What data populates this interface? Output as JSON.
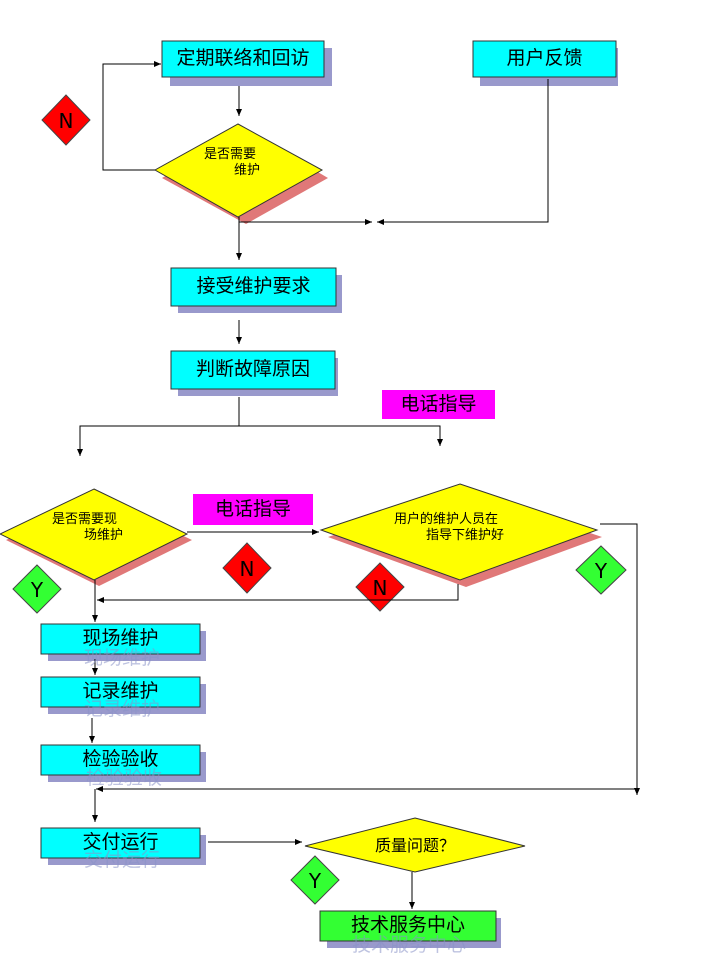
{
  "colors": {
    "box_fill": "#00ffff",
    "box_shadow": "#9999cc",
    "decision_fill": "#ffff00",
    "decision_shadow": "#e07878",
    "phone_fill": "#ff00ff",
    "tech_fill": "#33ff33",
    "n_badge": "#ff0000",
    "y_badge": "#33ff33"
  },
  "boxes": {
    "regular_contact": "定期联络和回访",
    "user_feedback": "用户反馈",
    "accept_request": "接受维护要求",
    "diagnose": "判断故障原因",
    "phone_guidance_1": "电话指导",
    "phone_guidance_2": "电话指导",
    "onsite_maintenance": "现场维护",
    "record_maintenance": "记录维护",
    "inspection_acceptance": "检验验收",
    "delivery_operation": "交付运行",
    "tech_service_center": "技术服务中心"
  },
  "decisions": {
    "need_maintenance": [
      "是否需要",
      "维护"
    ],
    "need_onsite": [
      "是否需要现",
      "场维护"
    ],
    "user_fixed": [
      "用户的维护人员在",
      "指导下维护好"
    ],
    "quality_issue": "质量问题？"
  },
  "badges": {
    "n": "N",
    "y": "Y"
  }
}
